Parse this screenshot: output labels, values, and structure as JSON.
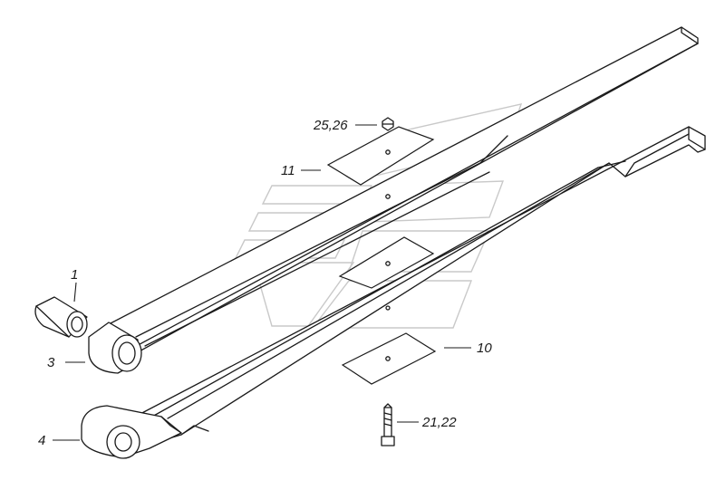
{
  "labels": {
    "part_1": "1",
    "part_3": "3",
    "part_4": "4",
    "part_10": "10",
    "part_11": "11",
    "part_21_22": "21,22",
    "part_25_26": "25,26"
  }
}
